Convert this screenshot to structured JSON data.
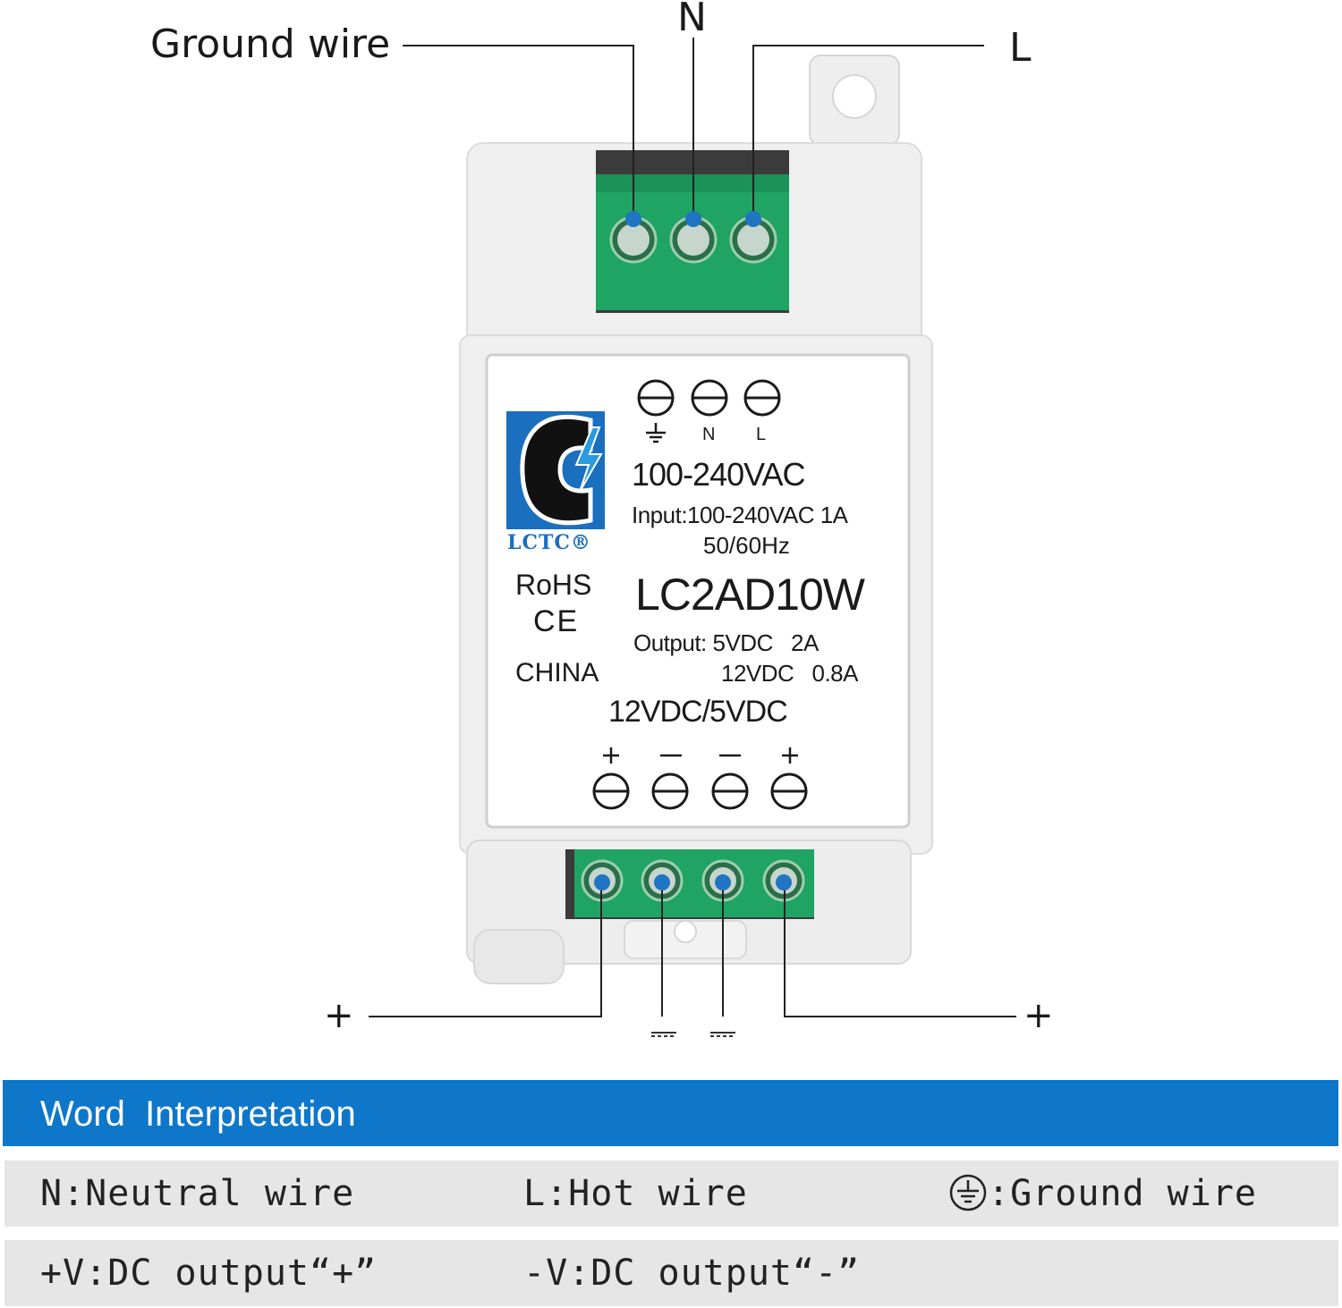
{
  "callouts": {
    "ground_wire": "Ground  wire",
    "n": "N",
    "l": "L",
    "plus_left": "+",
    "plus_right": "+"
  },
  "label": {
    "voltage_range": "100-240VAC",
    "input": "Input:100-240VAC 1A",
    "frequency": "50/60Hz",
    "model": "LC2AD10W",
    "output_line1": "Output: 5VDC   2A",
    "output_line2": "12VDC   0.8A",
    "dc_outputs": "12VDC/5VDC",
    "rohs": "RoHS",
    "ce": "CE",
    "origin": "CHINA",
    "brand": "LCTC®",
    "top_symbol_n": "N",
    "top_symbol_l": "L"
  },
  "interpretation": {
    "title": "Word  Interpretation",
    "row1": {
      "c1": "N:Neutral wire",
      "c2": "L:Hot wire",
      "c3": ":Ground wire"
    },
    "row2": {
      "c1": "+V:DC output“+”",
      "c2": "-V:DC output“-”"
    }
  },
  "colors": {
    "terminal_green": "#1fa463",
    "accent_blue": "#0f77c9",
    "dot_blue": "#1f74c4",
    "housing": "#eeeeee"
  }
}
